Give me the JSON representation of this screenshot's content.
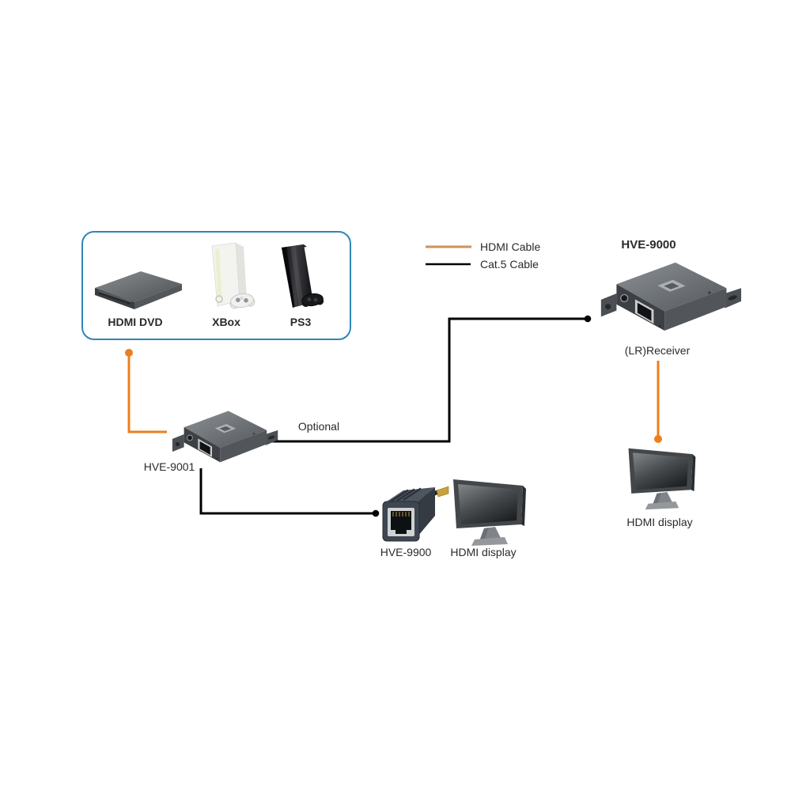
{
  "diagram": {
    "sources": {
      "dvd_label": "HDMI DVD",
      "xbox_label": "XBox",
      "ps3_label": "PS3"
    },
    "legend": {
      "hdmi": {
        "label": "HDMI Cable",
        "color": "#CE9259"
      },
      "cat5": {
        "label": "Cat.5 Cable",
        "color": "#000000"
      }
    },
    "receiver": {
      "title": "HVE-9000",
      "caption": "(LR)Receiver"
    },
    "transmitter": {
      "label": "HVE-9001"
    },
    "adapter": {
      "label": "HVE-9900"
    },
    "display_bottom": {
      "label": "HDMI display"
    },
    "display_right": {
      "label": "HDMI display"
    },
    "optional_label": "Optional",
    "colors": {
      "hdmi_cable": "#EC7F1E",
      "cat5_cable": "#000000",
      "source_box_border": "#2E86B5",
      "text": "#2B2A29"
    }
  }
}
